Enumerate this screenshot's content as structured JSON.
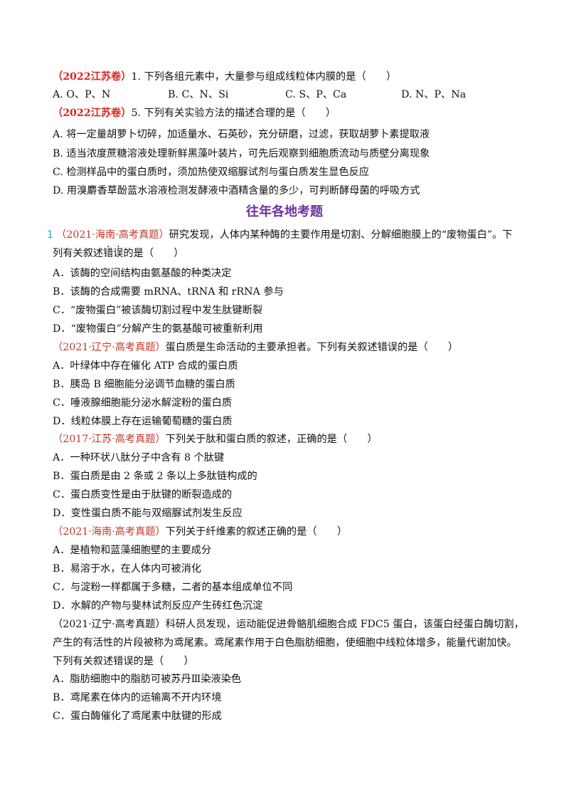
{
  "q_2022_1": {
    "tag": "（2022江苏卷）",
    "stem": "1. 下列各组元素中，大量参与组成线粒体内膜的是（　　）",
    "options": [
      "A. O、P、N",
      "B. C、N、Si",
      "C. S、P、Ca",
      "D. N、P、Na"
    ]
  },
  "q_2022_5": {
    "tag": "（2022江苏卷）",
    "stem": "5. 下列有关实验方法的描述合理的是（　　）",
    "options": [
      "A. 将一定量胡萝卜切碎，加适量水、石英砂，充分研磨，过滤，获取胡萝卜素提取液",
      "B. 适当浓度蔗糖溶液处理新鲜黑藻叶装片，可先后观察到细胞质流动与质壁分离现象",
      "C. 检测样品中的蛋白质时，须加热使双缩脲试剂与蛋白质发生显色反应",
      "D. 用溴麝香草酚蓝水溶液检测发酵液中酒精含量的多少，可判断酵母菌的呼吸方式"
    ]
  },
  "section_title": "往年各地考题",
  "q1": {
    "num": "1",
    "tag": "（2021·海南·高考真题）",
    "stem_line1": "研究发现，人体内某种酶的主要作用是切割、分解细胞膜上的“废物蛋白”。下",
    "stem_line2_pre": "列有关叙述",
    "stem_emph_1": "错",
    "stem_emph_2": "误",
    "stem_line2_post": "的是（　　）",
    "options": [
      "A．该酶的空间结构由氨基酸的种类决定",
      "B．该酶的合成需要 mRNA、tRNA 和 rRNA 参与",
      "C．“废物蛋白”被该酶切割过程中发生肽键断裂",
      "D．“废物蛋白”分解产生的氨基酸可被重新利用"
    ]
  },
  "q2": {
    "tag": "（2021·辽宁·高考真题）",
    "stem": "蛋白质是生命活动的主要承担者。下列有关叙述错误的是（　　）",
    "options": [
      "A．叶绿体中存在催化 ATP 合成的蛋白质",
      "B．胰岛 B 细胞能分泌调节血糖的蛋白质",
      "C．唾液腺细胞能分泌水解淀粉的蛋白质",
      "D．线粒体膜上存在运输葡萄糖的蛋白质"
    ]
  },
  "q3": {
    "tag": "（2017·江苏·高考真题）",
    "stem": "下列关于肽和蛋白质的叙述，正确的是（　　）",
    "options": [
      "A．一种环状八肽分子中含有 8 个肽键",
      "B．蛋白质是由 2 条或 2 条以上多肽链构成的",
      "C．蛋白质变性是由于肽键的断裂造成的",
      "D．变性蛋白质不能与双缩脲试剂发生反应"
    ]
  },
  "q4": {
    "tag": "（2021·海南·高考真题）",
    "stem": "下列关于纤维素的叙述正确的是（　　）",
    "options": [
      "A．是植物和蓝藻细胞壁的主要成分",
      "B．易溶于水，在人体内可被消化",
      "C．与淀粉一样都属于多糖，二者的基本组成单位不同",
      "D．水解的产物与斐林试剂反应产生砖红色沉淀"
    ]
  },
  "q5": {
    "stem_line1": "（2021·辽宁·高考真题）科研人员发现，运动能促进骨骼肌细胞合成 FDC5 蛋白，该蛋白经蛋白酶切割，",
    "stem_line2": "产生的有活性的片段被称为鸢尾素。鸢尾素作用于白色脂肪细胞，使细胞中线粒体增多，能量代谢加快。",
    "stem_line3": "下列有关叙述错误的是（　　）",
    "options": [
      "A．脂肪细胞中的脂肪可被苏丹Ⅲ染液染色",
      "B．鸢尾素在体内的运输离不开内环境",
      "C．蛋白酶催化了鸢尾素中肽键的形成"
    ]
  }
}
